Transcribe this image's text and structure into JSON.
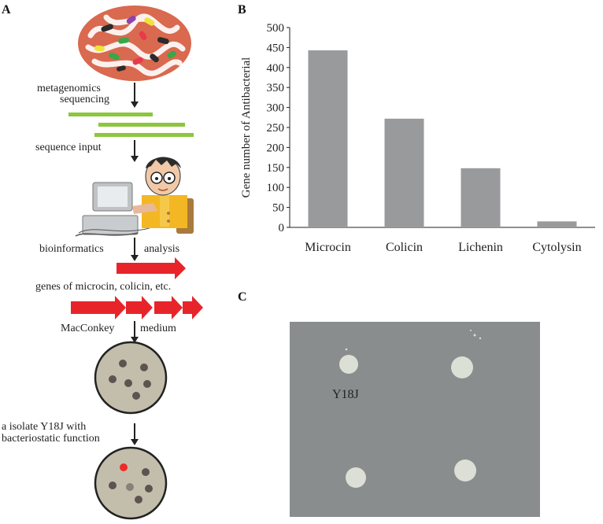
{
  "panels": {
    "a": {
      "label": "A",
      "steps": [
        "metagenomics",
        "sequencing",
        "sequence input",
        "bioinformatics",
        "analysis",
        "genes of microcin, colicin, etc.",
        "MacConkey",
        "medium",
        "a isolate Y18J with",
        "bacteriostatic function"
      ]
    },
    "b": {
      "label": "B"
    },
    "c": {
      "label": "C",
      "colony_label": "Y18J"
    }
  },
  "colors": {
    "bar": "#999a9c",
    "gene_bar": "#8dc63f",
    "gene_arrow": "#e8242b",
    "gut_bg": "#d9694f",
    "plate_fill": "#c3beac",
    "colony": "#5e5350",
    "highlight_colony": "#ee2a2a",
    "photo_bg": "#8c9190"
  },
  "chart_data": {
    "type": "bar",
    "categories": [
      "Microcin",
      "Colicin",
      "Lichenin",
      "Cytolysin"
    ],
    "values": [
      443,
      272,
      148,
      15
    ],
    "title": "",
    "xlabel": "",
    "ylabel": "Gene number of Antibacterial",
    "ylim": [
      0,
      500
    ],
    "yticks": [
      0,
      50,
      100,
      150,
      200,
      250,
      300,
      350,
      400,
      450,
      500
    ],
    "grid": false,
    "legend": "none"
  }
}
